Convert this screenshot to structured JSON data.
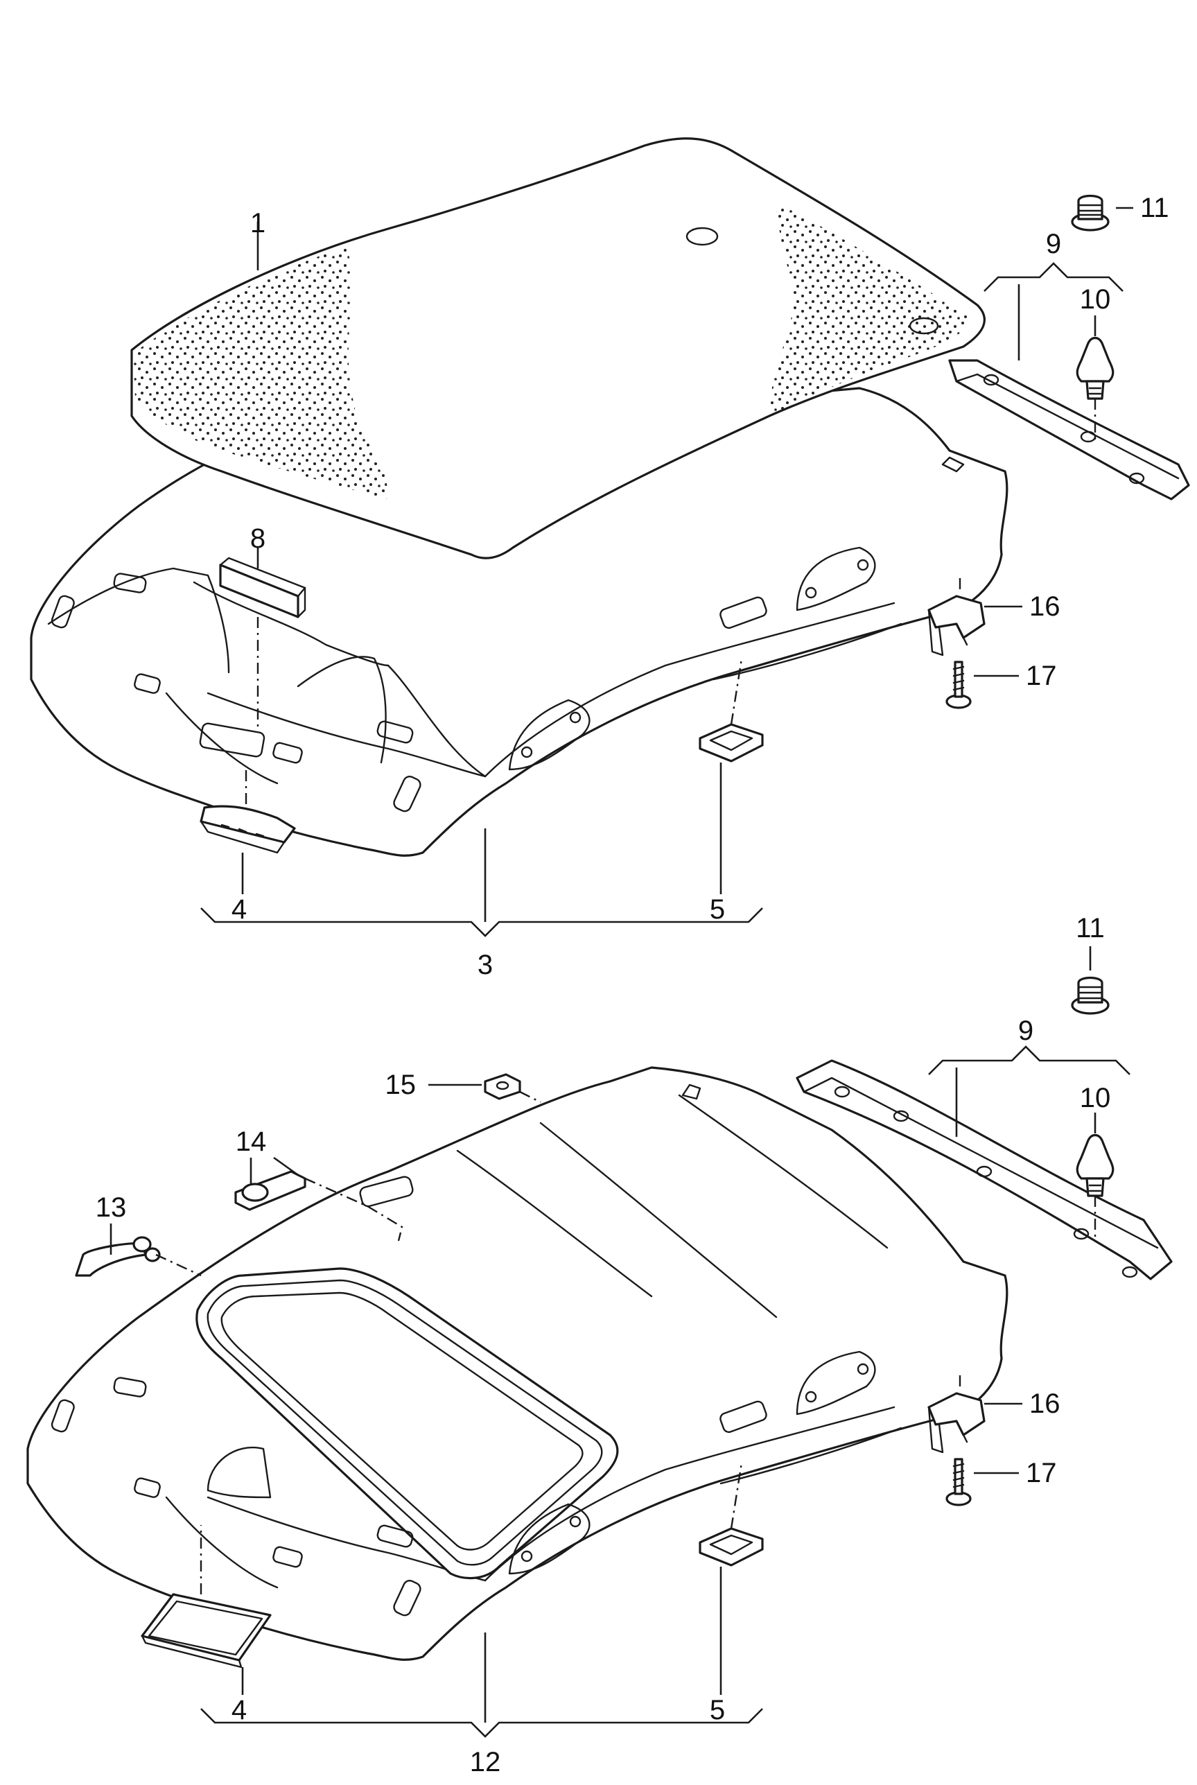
{
  "callouts": {
    "c1": "1",
    "c3": "3",
    "c4_top": "4",
    "c5_top": "5",
    "c8": "8",
    "c9_top": "9",
    "c10_top": "10",
    "c11_top": "11",
    "c16_top": "16",
    "c17_top": "17",
    "c4_bottom": "4",
    "c5_bottom": "5",
    "c9_bottom": "9",
    "c10_bottom": "10",
    "c11_bottom": "11",
    "c12": "12",
    "c13": "13",
    "c14": "14",
    "c15": "15",
    "c16_bottom": "16",
    "c17_bottom": "17"
  }
}
